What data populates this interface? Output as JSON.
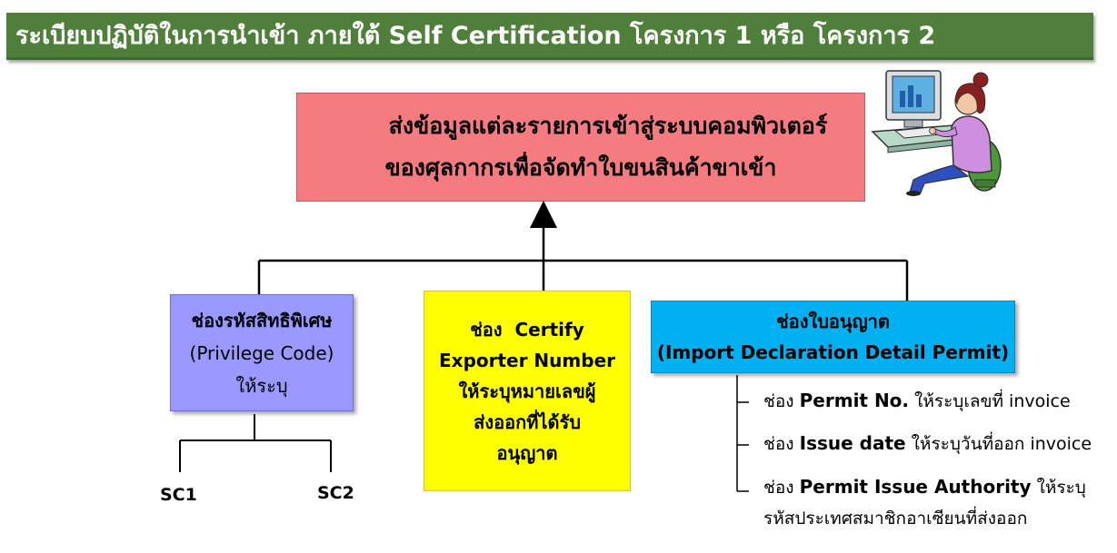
{
  "title": "ระเบียบปฏิบัติในการนำเข้า ภายใต้ Self Certification โครงการ 1 หรือ โครงการ 2",
  "top_box": {
    "line1": "ส่งข้อมูลแต่ละรายการเข้าสู่ระบบคอมพิวเตอร์",
    "line2": "ของศุลกากรเพื่อจัดทำใบขนสินค้าขาเข้า"
  },
  "privilege_box": {
    "line1": "ช่องรหัสสิทธิพิเศษ",
    "line2": "(Privilege Code)",
    "line3": "ให้ระบุ"
  },
  "sc_labels": [
    "SC1",
    "SC2"
  ],
  "certify_box": {
    "line1": "ช่อง  Certify",
    "line2": "Exporter Number",
    "line3": "ให้ระบุหมายเลขผู้",
    "line4": "ส่งออกที่ได้รับ",
    "line5": "อนุญาต"
  },
  "permit_box": {
    "line1": "ช่องใบอนุญาต",
    "line2": "(Import Declaration Detail Permit)"
  },
  "permit_details": [
    {
      "prefix": "ช่อง",
      "field": "Permit No.",
      "suffix": "ให้ระบุเลขที่ invoice"
    },
    {
      "prefix": "ช่อง",
      "field": "Issue date",
      "suffix": "ให้ระบุวันที่ออก invoice"
    },
    {
      "prefix": "ช่อง",
      "field": "Permit Issue Authority",
      "suffix": "ให้ระบุ",
      "line2": "รหัสประเทศสมาชิกอาเซียนที่ส่งออก"
    }
  ],
  "colors": {
    "title_bg": "#4f7f3a",
    "top_box_bg": "#f47c80",
    "privilege_bg": "#9999ff",
    "certify_bg": "#ffff00",
    "permit_bg": "#00b0f0"
  },
  "icons": {
    "computer_user": "woman-at-computer-clipart"
  }
}
